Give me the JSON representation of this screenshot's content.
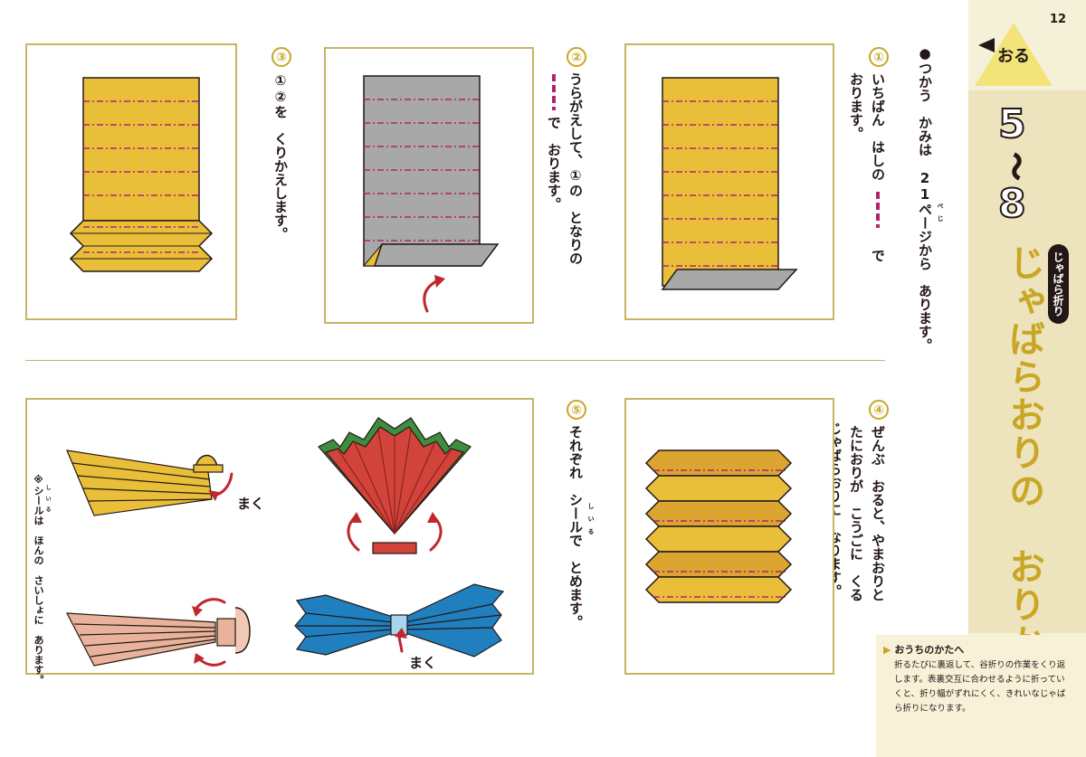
{
  "page": {
    "number": "12",
    "tag": "おる",
    "category": "じゃばら折り",
    "title_num_a": "5",
    "title_tilde": "〜",
    "title_num_b": "8",
    "title_text": "じゃばらおりの　おりかた"
  },
  "intro": {
    "text_a": "●つかう　かみは　21ページから　あります。",
    "ruby_a": "ぺ　じ"
  },
  "steps": [
    {
      "num": "①",
      "text_a": "いちばん　はしの",
      "text_b": "で",
      "text_c": "おります。"
    },
    {
      "num": "②",
      "text_a": "うらがえして、①の　となりの",
      "text_b": "で　おります。"
    },
    {
      "num": "③",
      "text_a": "①②を　くりかえします。"
    },
    {
      "num": "④",
      "text_a": "ぜんぶ　おると、やまおりと",
      "text_b": "たにおりが　こうごに　くる",
      "text_c": "じゃばらおりに　なります。"
    },
    {
      "num": "⑤",
      "text_a": "それぞれ　シールで　とめます。",
      "ruby_a": "し　い　る"
    }
  ],
  "labels": {
    "maku1": "まく",
    "maku2": "まく",
    "footnote": "※シールは　ほんの　さいしょに　あります。",
    "footnote_ruby": "し　い　る"
  },
  "note": {
    "head": "おうちのかたへ",
    "body": "折るたびに裏返して、谷折りの作業をくり返します。表裏交互に合わせるように折っていくと、折り幅がずれにくく、きれいなじゃばら折りになります。"
  },
  "colors": {
    "paper_yellow": "#e9bf3a",
    "paper_gray": "#a8a8a8",
    "fold_line": "#b1236f",
    "accent_gold": "#c9a623",
    "panel_border": "#c8b463",
    "arrow_red": "#c0272d",
    "fan_red": "#d2433b",
    "fan_green": "#3f8d3e",
    "bow_blue": "#1f7fbf",
    "fan_pink": "#e8b39a"
  }
}
